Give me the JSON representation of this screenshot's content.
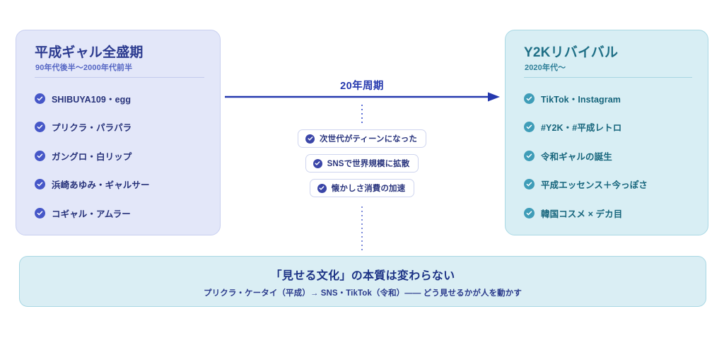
{
  "left_card": {
    "title": "平成ギャル全盛期",
    "subtitle": "90年代後半〜2000年代前半",
    "accent": "#2b3a8f",
    "background": "#e3e7f9",
    "check_color": "#4657c8",
    "items": [
      {
        "icon": "check-circle-icon",
        "label": "SHIBUYA109・egg"
      },
      {
        "icon": "check-circle-icon",
        "label": "プリクラ・パラパラ"
      },
      {
        "icon": "check-circle-icon",
        "label": "ガングロ・白リップ"
      },
      {
        "icon": "check-circle-icon",
        "label": "浜崎あゆみ・ギャルサー"
      },
      {
        "icon": "check-circle-icon",
        "label": "コギャル・アムラー"
      }
    ]
  },
  "right_card": {
    "title": "Y2Kリバイバル",
    "subtitle": "2020年代〜",
    "accent": "#1f6f86",
    "background": "#d8eef4",
    "check_color": "#3f9db8",
    "items": [
      {
        "icon": "check-circle-icon",
        "label": "TikTok・Instagram"
      },
      {
        "icon": "check-circle-icon",
        "label": "#Y2K・#平成レトロ"
      },
      {
        "icon": "check-circle-icon",
        "label": "令和ギャルの誕生"
      },
      {
        "icon": "check-circle-icon",
        "label": "平成エッセンス＋今っぽさ"
      },
      {
        "icon": "check-circle-icon",
        "label": "韓国コスメ × デカ目"
      }
    ]
  },
  "center": {
    "cycle_label": "20年周期",
    "arrow_color": "#2438ae",
    "dot_color": "#5b6fd6",
    "chips": [
      {
        "icon": "check-circle-icon",
        "label": "次世代がティーンになった"
      },
      {
        "icon": "check-circle-icon",
        "label": "SNSで世界規模に拡散"
      },
      {
        "icon": "check-circle-icon",
        "label": "懐かしさ消費の加速"
      }
    ]
  },
  "banner": {
    "title": "「見せる文化」の本質は変わらない",
    "subtitle": "プリクラ・ケータイ（平成）→ SNS・TikTok（令和）—— どう見せるかが人を動かす",
    "background": "#daeef4",
    "border": "#a9d8e4"
  }
}
